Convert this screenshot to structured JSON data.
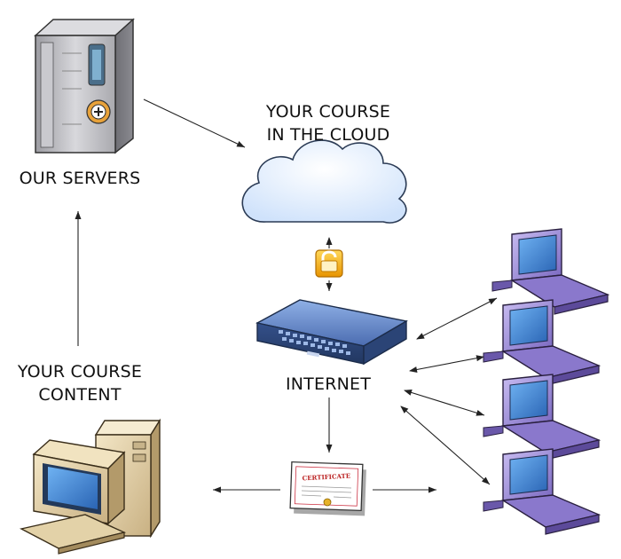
{
  "labels": {
    "servers": "OUR SERVERS",
    "cloud_line1": "YOUR COURSE",
    "cloud_line2": "IN THE CLOUD",
    "internet": "INTERNET",
    "content_line1": "YOUR COURSE",
    "content_line2": "CONTENT"
  },
  "certificate_text": "CERTIFICATE",
  "icons": [
    "server-tower-icon",
    "cloud-icon",
    "padlock-icon",
    "network-switch-icon",
    "desktop-computer-icon",
    "certificate-icon",
    "laptop-icon"
  ],
  "colors": {
    "server_body": "#b8b8bc",
    "cloud_fill": "#eaf3ff",
    "padlock": "#f4b400",
    "switch_body": "#3f5e9c",
    "laptop_body": "#9b8ad6",
    "laptop_screen": "#3a7fd0",
    "desktop_body": "#e6d3a8"
  }
}
